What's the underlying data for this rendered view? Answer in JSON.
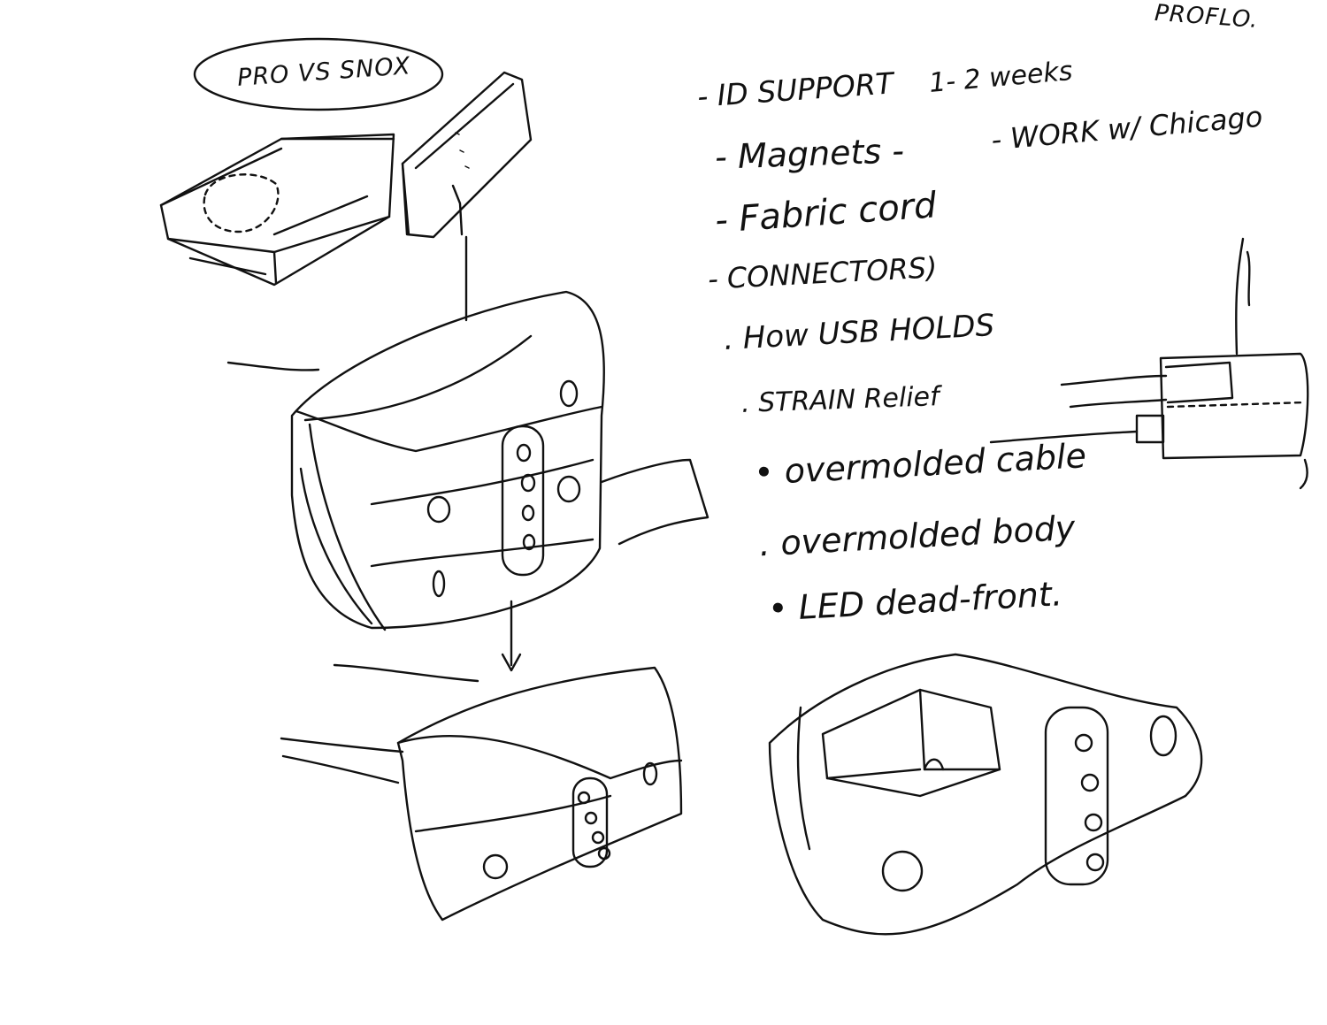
{
  "corner_note": "PROFLO.",
  "title_bubble": "PRO VS SNOX",
  "notes": [
    {
      "bullet": "-",
      "text": "ID SUPPORT"
    },
    {
      "bullet": "-",
      "text": "Magnets -"
    },
    {
      "bullet": "-",
      "text": "Fabric cord"
    },
    {
      "bullet": "-",
      "text": "CONNECTORS)"
    },
    {
      "bullet": ".",
      "text": "How USB HOLDS"
    },
    {
      "bullet": ".",
      "text": "STRAIN Relief"
    },
    {
      "bullet": "•",
      "text": "overmolded cable"
    },
    {
      "bullet": ".",
      "text": "overmolded body"
    },
    {
      "bullet": "•",
      "text": "LED dead-front."
    }
  ],
  "side_notes": {
    "timeline": "1- 2 weeks",
    "chicago": "- WORK w/ Chicago"
  },
  "colors": {
    "ink": "#111111",
    "paper": "#ffffff"
  }
}
